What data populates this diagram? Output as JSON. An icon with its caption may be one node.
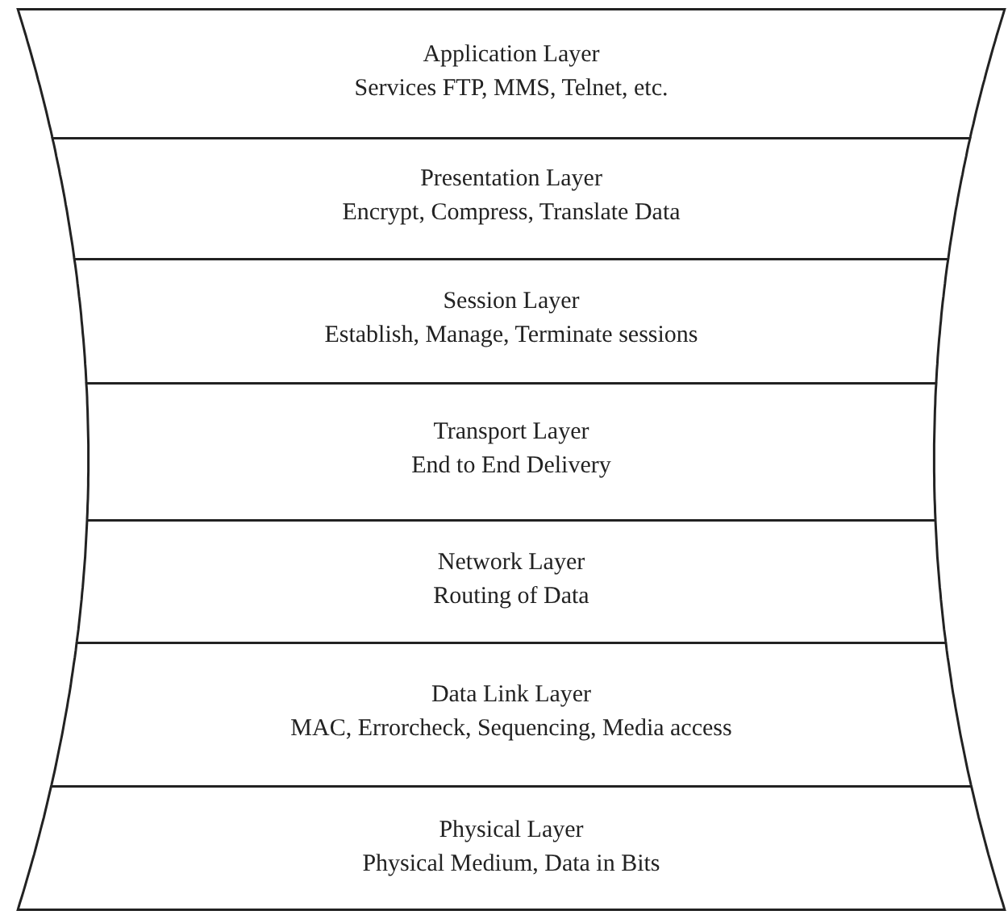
{
  "diagram": {
    "nodes": [
      {
        "text": [
          "Application Layer",
          "Services FTP, MMS, Telnet, etc."
        ]
      },
      {
        "text": [
          "Presentation Layer",
          "Encrypt, Compress, Translate Data"
        ]
      },
      {
        "text": [
          "Session Layer",
          "Establish, Manage, Terminate sessions"
        ]
      },
      {
        "text": [
          "Transport Layer",
          "End to End Delivery"
        ]
      },
      {
        "text": [
          "Network Layer",
          "Routing of Data"
        ]
      },
      {
        "text": [
          "Data Link Layer",
          "MAC, Errorcheck, Sequencing, Media access"
        ]
      },
      {
        "text": [
          "Physical Layer",
          "Physical Medium, Data in Bits"
        ]
      }
    ]
  }
}
